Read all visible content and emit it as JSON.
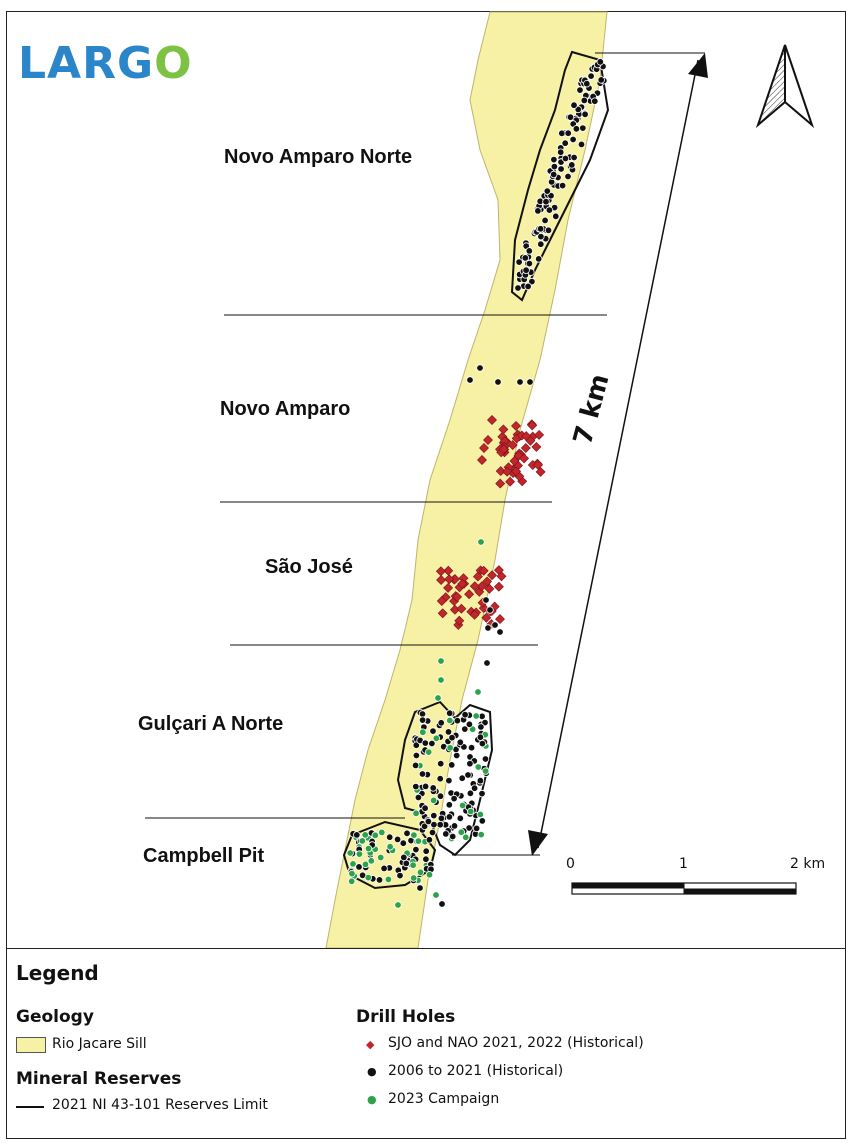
{
  "logo": {
    "text_a": "LARG",
    "text_b": "O"
  },
  "zones": {
    "novo_amparo_norte": "Novo Amparo Norte",
    "novo_amparo": "Novo Amparo",
    "sao_jose": "São José",
    "gulcari_a_norte": "Gulçari A Norte",
    "campbell_pit": "Campbell Pit"
  },
  "distance_label": "7 km",
  "scale_bar": {
    "ticks": [
      "0",
      "1",
      "2 km"
    ]
  },
  "north_arrow": "north-arrow-icon",
  "legend": {
    "title": "Legend",
    "geology_heading": "Geology",
    "geology_item": "Rio Jacare Sill",
    "reserves_heading": "Mineral Reserves",
    "reserves_item": "2021 NI 43-101 Reserves Limit",
    "drill_heading": "Drill Holes",
    "drill_items": [
      {
        "label": "SJO and NAO 2021, 2022 (Historical)",
        "color": "#c0272d",
        "symbol": "diamond"
      },
      {
        "label": "2006 to 2021 (Historical)",
        "color": "#111111",
        "symbol": "dot"
      },
      {
        "label": "2023 Campaign",
        "color": "#2ca24a",
        "symbol": "dot"
      }
    ]
  },
  "colors": {
    "sill": "#f7f1a6",
    "sill_edge": "#bdb56a",
    "red_holes": "#c0272d",
    "black_holes": "#111111",
    "green_holes": "#2ca24a"
  }
}
